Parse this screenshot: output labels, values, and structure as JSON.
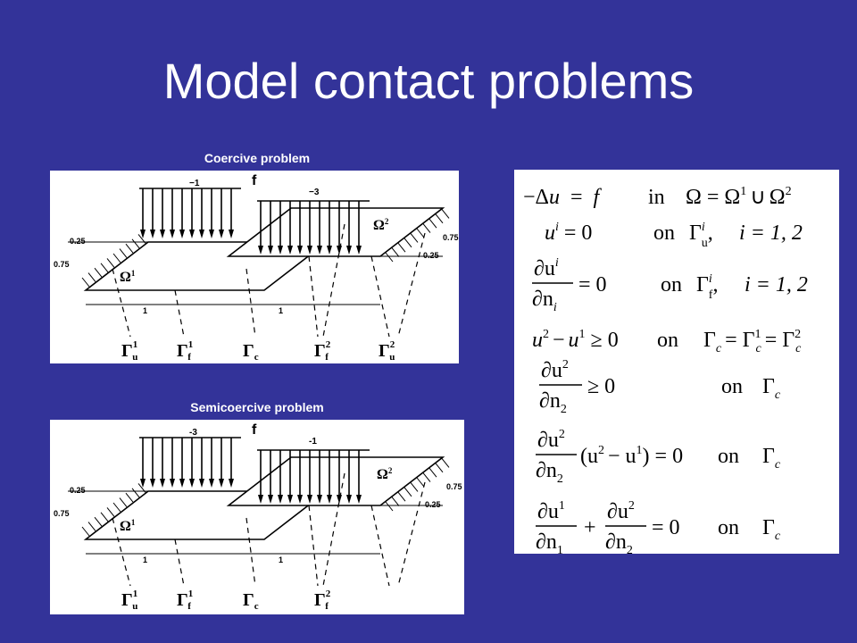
{
  "slide": {
    "title": "Model contact problems"
  },
  "figures": {
    "coercive": {
      "caption": "Coercive problem",
      "load_label": "f",
      "load_left": "−1",
      "load_right": "−3",
      "dim_left_top": "0.25",
      "dim_left_side": "0.75",
      "dim_right_top": "0.75",
      "dim_right_side": "0.25",
      "length_1": "1",
      "length_2": "1",
      "omega1": "Ω",
      "omega1_sup": "1",
      "omega2": "Ω",
      "omega2_sup": "2",
      "boundaries": [
        {
          "sym": "Γ",
          "sup": "1",
          "sub": "u"
        },
        {
          "sym": "Γ",
          "sup": "1",
          "sub": "f"
        },
        {
          "sym": "Γ",
          "sup": "",
          "sub": "c"
        },
        {
          "sym": "Γ",
          "sup": "2",
          "sub": "f"
        },
        {
          "sym": "Γ",
          "sup": "2",
          "sub": "u"
        }
      ]
    },
    "semicoercive": {
      "caption": "Semicoercive problem",
      "load_label": "f",
      "load_left": "-3",
      "load_right": "-1",
      "dim_left_top": "0.25",
      "dim_left_side": "0.75",
      "dim_right_top": "0.75",
      "dim_right_side": "0.25",
      "length_1": "1",
      "length_2": "1",
      "omega1": "Ω",
      "omega1_sup": "1",
      "omega2": "Ω",
      "omega2_sup": "2",
      "boundaries": [
        {
          "sym": "Γ",
          "sup": "1",
          "sub": "u"
        },
        {
          "sym": "Γ",
          "sup": "1",
          "sub": "f"
        },
        {
          "sym": "Γ",
          "sup": "",
          "sub": "c"
        },
        {
          "sym": "Γ",
          "sup": "2",
          "sub": "f"
        }
      ]
    }
  },
  "equations": {
    "e1": {
      "lhs_minus": "−",
      "lhs_delta": "Δ",
      "lhs_u": "u",
      "eq": "=",
      "rhs": "f",
      "word": "in",
      "dom": "Ω = Ω",
      "sup1": "1",
      "cup": "∪",
      "dom2": "Ω",
      "sup2": "2"
    },
    "e2": {
      "u": "u",
      "sup": "i",
      "eq": "= 0",
      "word": "on",
      "gamma": "Γ",
      "gsup": "i",
      "gsub": "u",
      "comma": ",",
      "cond": "i = 1, 2"
    },
    "e3": {
      "num": "∂u",
      "numsup": "i",
      "den": "∂n",
      "densub": "i",
      "eq": "= 0",
      "word": "on",
      "gamma": "Γ",
      "gsup": "i",
      "gsub": "f",
      "comma": ",",
      "cond": "i = 1, 2"
    },
    "e4": {
      "u2": "u",
      "sup2": "2",
      "minus": "−",
      "u1": "u",
      "sup1": "1",
      "geq": "≥ 0",
      "word": "on",
      "g1": "Γ",
      "g1sub": "c",
      "eq1": "= Γ",
      "g2sup": "1",
      "g2sub": "c",
      "eq2": "= Γ",
      "g3sup": "2",
      "g3sub": "c"
    },
    "e5": {
      "num": "∂u",
      "numsup": "2",
      "den": "∂n",
      "densub": "2",
      "geq": "≥ 0",
      "word": "on",
      "gamma": "Γ",
      "gsub": "c"
    },
    "e6": {
      "num": "∂u",
      "numsup": "2",
      "den": "∂n",
      "densub": "2",
      "paren": "(u",
      "psup2": "2",
      "pminus": "− u",
      "psup1": "1",
      "pclose": ") = 0",
      "word": "on",
      "gamma": "Γ",
      "gsub": "c"
    },
    "e7": {
      "num1": "∂u",
      "num1sup": "1",
      "den1": "∂n",
      "den1sub": "1",
      "plus": "+",
      "num2": "∂u",
      "num2sup": "2",
      "den2": "∂n",
      "den2sub": "2",
      "eq": "= 0",
      "word": "on",
      "gamma": "Γ",
      "gsub": "c"
    }
  }
}
